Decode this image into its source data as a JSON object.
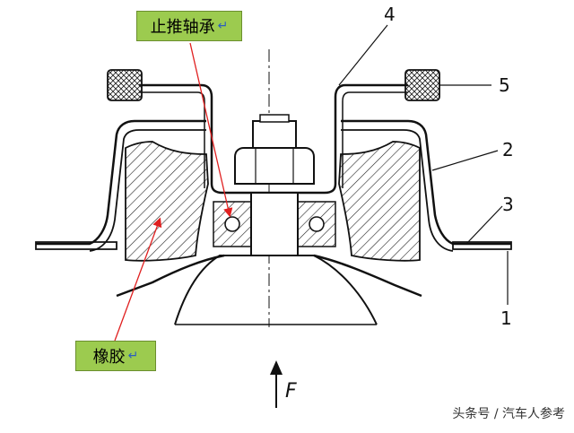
{
  "callouts": {
    "thrust_bearing": "止推轴承",
    "rubber": "橡胶",
    "return_glyph": "↵"
  },
  "part_numbers": {
    "p1": "1",
    "p2": "2",
    "p3": "3",
    "p4": "4",
    "p5": "5"
  },
  "force_label": "F",
  "watermark": "头条号 / 汽车人参考",
  "colors": {
    "callout_fill": "#9ccb4f",
    "callout_arrow": "#e02020",
    "line": "#111111"
  }
}
